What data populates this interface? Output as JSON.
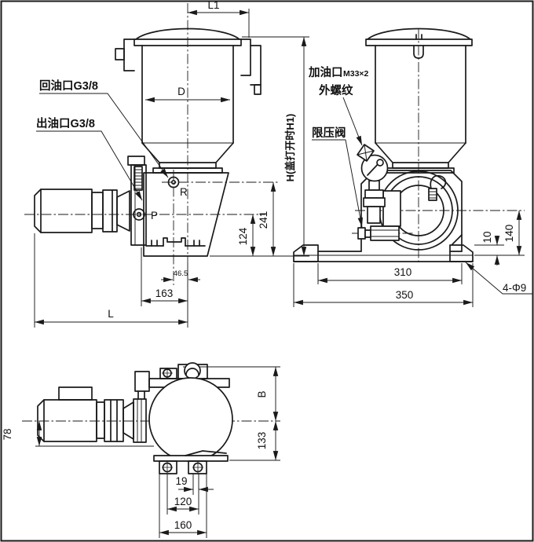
{
  "colors": {
    "line": "#1a1a1a",
    "text": "#111111",
    "background": "#ffffff"
  },
  "labels": {
    "side_view": {
      "dim_l1": "L1",
      "return_port": "回油口G3/8",
      "outlet_port": "出油口G3/8",
      "dim_d": "D",
      "port_r": "R",
      "port_p": "P",
      "dim_h": "H(盖打开时H1)",
      "dim_241": "241",
      "dim_124": "124",
      "dim_46_5": "46.5",
      "dim_163": "163",
      "dim_l": "L"
    },
    "front_view": {
      "filler_port": "加油口",
      "filler_thread_spec": "M33×2",
      "external_thread": "外螺纹",
      "relief_valve": "限压阀",
      "dim_10": "10",
      "dim_140": "140",
      "dim_310": "310",
      "dim_350": "350",
      "mounting_holes": "4-Φ9"
    },
    "top_view": {
      "dim_78": "78",
      "dim_b": "B",
      "dim_133": "133",
      "dim_19": "19",
      "dim_120": "120",
      "dim_160": "160"
    }
  }
}
